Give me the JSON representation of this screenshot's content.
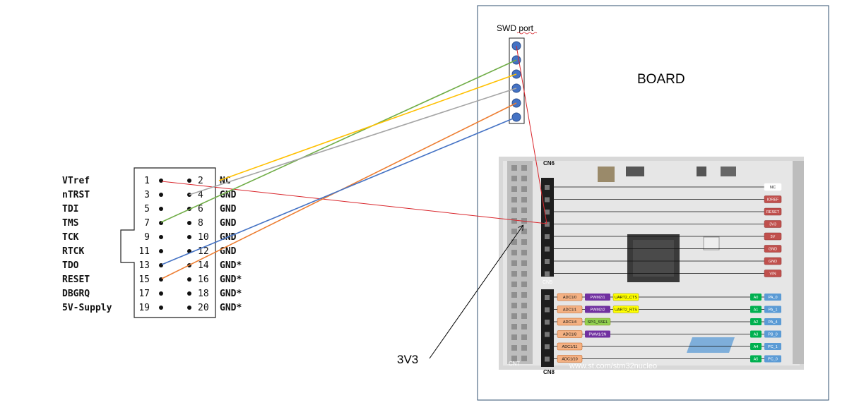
{
  "jtag": {
    "rows": [
      {
        "name": "VTref",
        "left": "1",
        "right": "2",
        "signal": "NC"
      },
      {
        "name": "nTRST",
        "left": "3",
        "right": "4",
        "signal": "GND"
      },
      {
        "name": "TDI",
        "left": "5",
        "right": "6",
        "signal": "GND"
      },
      {
        "name": "TMS",
        "left": "7",
        "right": "8",
        "signal": "GND"
      },
      {
        "name": "TCK",
        "left": "9",
        "right": "10",
        "signal": "GND"
      },
      {
        "name": "RTCK",
        "left": "11",
        "right": "12",
        "signal": "GND"
      },
      {
        "name": "TDO",
        "left": "13",
        "right": "14",
        "signal": "GND*"
      },
      {
        "name": "RESET",
        "left": "15",
        "right": "16",
        "signal": "GND*"
      },
      {
        "name": "DBGRQ",
        "left": "17",
        "right": "18",
        "signal": "GND*"
      },
      {
        "name": "5V-Supply",
        "left": "19",
        "right": "20",
        "signal": "GND*"
      }
    ]
  },
  "swd": {
    "label": "SWD port"
  },
  "board": {
    "label": "BOARD"
  },
  "annotation": {
    "label": "3V3"
  },
  "nucleo": {
    "cn6_label": "CN6",
    "cn5_label": "CN5",
    "cn8_label": "CN8",
    "cn7_label": "CN7",
    "url": "www.st.com/stm32nucleo",
    "cn6_pins": [
      "NC",
      "IOREF",
      "RESET",
      "3V3",
      "5V",
      "GND",
      "GND",
      "VIN"
    ],
    "cn8_rows": [
      {
        "adc": "ADC1/0",
        "pwm": "PWM2/1",
        "extra": "UART2_CTS",
        "a": "A0",
        "pin": "PA_0"
      },
      {
        "adc": "ADC1/1",
        "pwm": "PWM2/2",
        "extra": "UART2_RTS",
        "a": "A1",
        "pin": "PA_1"
      },
      {
        "adc": "ADC1/4",
        "pwm": "",
        "extra": "SPI1_SSEL",
        "a": "A2",
        "pin": "PA_4"
      },
      {
        "adc": "ADC1/8",
        "pwm": "PWM1/2N",
        "extra": "",
        "a": "A3",
        "pin": "PB_0"
      },
      {
        "adc": "ADC1/11",
        "pwm": "",
        "extra": "",
        "a": "A4",
        "pin": "PC_1"
      },
      {
        "adc": "ADC1/10",
        "pwm": "",
        "extra": "",
        "a": "A5",
        "pin": "PC_0"
      }
    ]
  },
  "colors": {
    "wire_vtref": "#d9262c",
    "wire_tms": "#70ad47",
    "wire_tdi": "#ffc000",
    "wire_tck": "#a5a5a5",
    "wire_tdo": "#ed7d31",
    "wire_reset": "#4472c4",
    "swd_pin": "#4472c4"
  }
}
